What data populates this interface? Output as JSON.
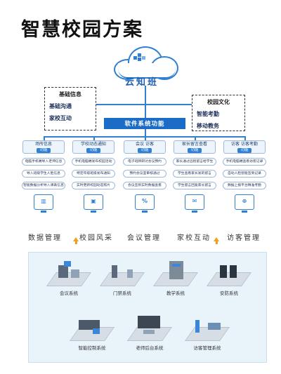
{
  "title": "智慧校园方案",
  "cloud": {
    "label": "云知班"
  },
  "left_box": {
    "title": "基础信息",
    "items": [
      "基础沟通",
      "家校互动"
    ]
  },
  "right_box": {
    "title": "校园文化",
    "items": [
      "智能考勤",
      "移动教务"
    ]
  },
  "func_bar": "软件系统功能",
  "columns": [
    {
      "head": "场所信息",
      "sub": "功能",
      "items": [
        "电脑手机端导入老师信息",
        "导入班级学生人脸信息",
        "智能数据分析导入课表信息"
      ],
      "icon": "chart-icon",
      "icon_glyph": "▥"
    },
    {
      "head": "学校动态通知",
      "sub": "功能",
      "items": [
        "手机电脑端发布校园活动",
        "特定年级班级发布通知",
        "实时更新校园动态照片"
      ],
      "icon": "photo-icon",
      "icon_glyph": "▣"
    },
    {
      "head": "会议 访客",
      "sub": "功能",
      "items": [
        "电子班牌研讨会议预约",
        "预约会议室审核通过",
        "会议签到实时数据查看"
      ],
      "icon": "percent-icon",
      "icon_glyph": "%"
    },
    {
      "head": "家长留言查看",
      "sub": "功能",
      "items": [
        "家长通过远程留言给学生",
        "学生查看家长发的留言",
        "学生留言回复家长留言"
      ],
      "icon": "message-icon",
      "icon_glyph": "✉"
    },
    {
      "head": "访客 访客考勤",
      "sub": "功能",
      "items": [
        "手机电脑端查看访客记录",
        "自动人脸智能签到记录",
        "数据上报平台精准考勤"
      ],
      "icon": "web-icon",
      "icon_glyph": "⊕"
    }
  ],
  "modules": [
    "数据管理",
    "校园风采",
    "会议管理",
    "家校互动",
    "访客管理"
  ],
  "systems": [
    "会议系统",
    "门禁系统",
    "教学系统",
    "安防系统",
    "智能控制系统",
    "老师后台系统",
    "访客管理系统"
  ],
  "colors": {
    "accent": "#1a6cc7",
    "line": "#2f7fd3",
    "arrow": "#f0a020",
    "panel": "#e8f3fa"
  }
}
